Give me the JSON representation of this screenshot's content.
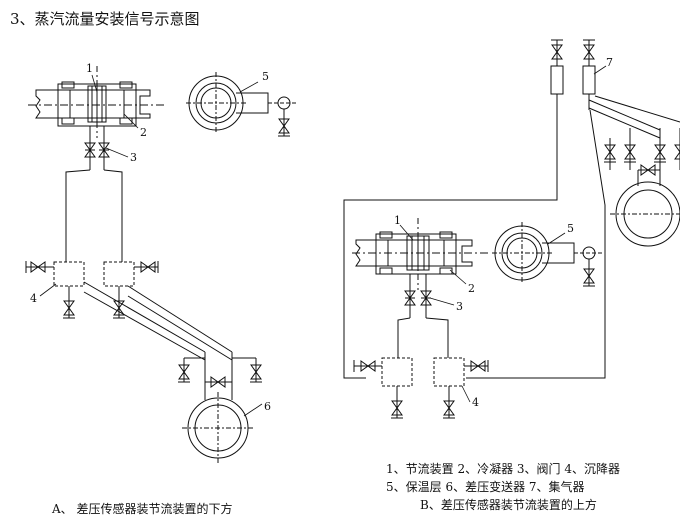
{
  "title": "3、蒸汽流量安装信号示意图",
  "labels": {
    "n1": "1",
    "n2": "2",
    "n3": "3",
    "n4": "4",
    "n5": "5",
    "n6": "6",
    "n7": "7"
  },
  "captions": {
    "a": "A、 差压传感器装节流装置的下方",
    "b": "B、差压传感器装节流装置的上方"
  },
  "legend": {
    "line1": "1、节流装置 2、冷凝器 3、阀门 4、沉降器",
    "line2": "5、保温层   6、差压变送器 7、集气器"
  }
}
